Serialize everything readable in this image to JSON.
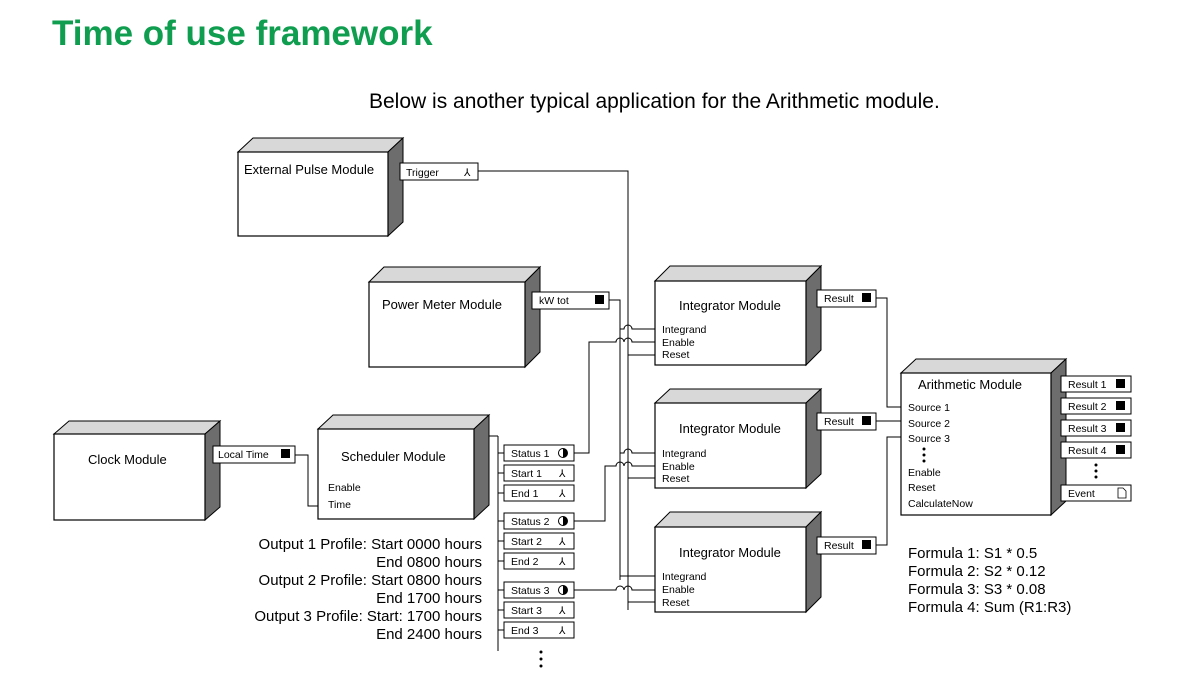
{
  "title": "Time of use framework",
  "subtitle": "Below is another typical application for the Arithmetic module.",
  "modules": {
    "external_pulse": {
      "title": "External Pulse Module",
      "outputs": [
        "Trigger"
      ]
    },
    "power_meter": {
      "title": "Power Meter Module",
      "outputs": [
        "kW tot"
      ]
    },
    "clock": {
      "title": "Clock Module",
      "outputs": [
        "Local Time"
      ]
    },
    "scheduler": {
      "title": "Scheduler Module",
      "inputs": [
        "Enable",
        "Time"
      ],
      "outputs": [
        "Status 1",
        "Start 1",
        "End 1",
        "Status 2",
        "Start 2",
        "End 2",
        "Status 3",
        "Start 3",
        "End 3"
      ]
    },
    "integrators": [
      {
        "title": "Integrator Module",
        "inputs": [
          "Integrand",
          "Enable",
          "Reset"
        ],
        "output": "Result"
      },
      {
        "title": "Integrator Module",
        "inputs": [
          "Integrand",
          "Enable",
          "Reset"
        ],
        "output": "Result"
      },
      {
        "title": "Integrator Module",
        "inputs": [
          "Integrand",
          "Enable",
          "Reset"
        ],
        "output": "Result"
      }
    ],
    "arithmetic": {
      "title": "Arithmetic Module",
      "inputs": [
        "Source 1",
        "Source 2",
        "Source 3",
        "Enable",
        "Reset",
        "CalculateNow"
      ],
      "outputs": [
        "Result 1",
        "Result 2",
        "Result 3",
        "Result 4",
        "Event"
      ]
    }
  },
  "profiles": [
    "Output 1 Profile: Start 0000 hours",
    "End 0800 hours",
    "Output 2 Profile: Start 0800 hours",
    "End 1700 hours",
    "Output 3 Profile: Start: 1700 hours",
    "End 2400 hours"
  ],
  "formulas": [
    "Formula 1: S1 * 0.5",
    "Formula 2: S2 * 0.12",
    "Formula 3: S3 * 0.08",
    "Formula 4: Sum (R1:R3)"
  ]
}
